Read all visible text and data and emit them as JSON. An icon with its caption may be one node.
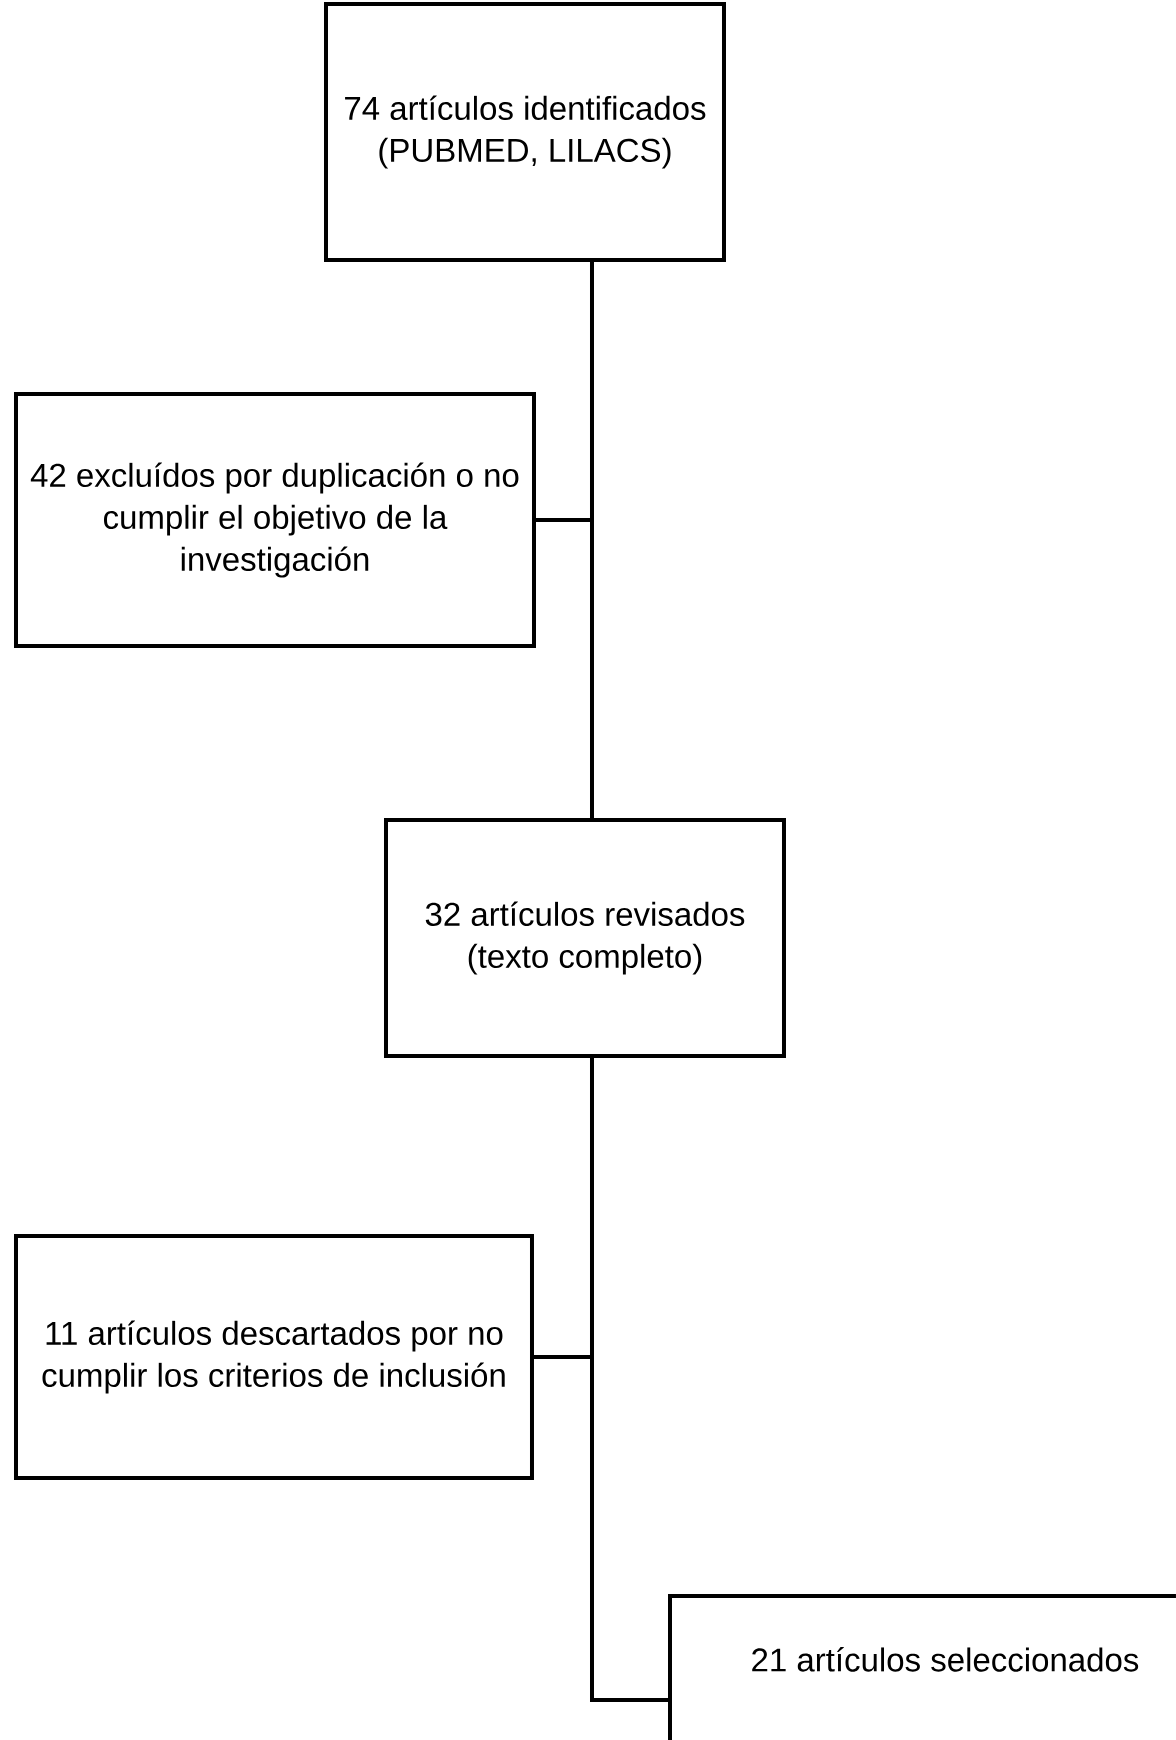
{
  "diagram": {
    "nodes": [
      {
        "text": [
          "74 artículos identificados (PUBMED, LILACS)"
        ]
      },
      {
        "text": [
          "42 excluídos por duplicación o no cumplir el objetivo de la investigación"
        ]
      },
      {
        "text": [
          "32 artículos revisados (texto completo)"
        ]
      },
      {
        "text": [
          "11 artículos descartados por no cumplir los criterios de inclusión"
        ]
      },
      {
        "text": [
          "21 artículos seleccionados"
        ]
      }
    ],
    "edges": [
      {
        "from": 0,
        "to": 1,
        "arrow": "none"
      },
      {
        "from": 0,
        "to": 2,
        "arrow": "none"
      },
      {
        "from": 2,
        "to": 3,
        "arrow": "none"
      },
      {
        "from": 2,
        "to": 4,
        "arrow": "none"
      }
    ]
  }
}
